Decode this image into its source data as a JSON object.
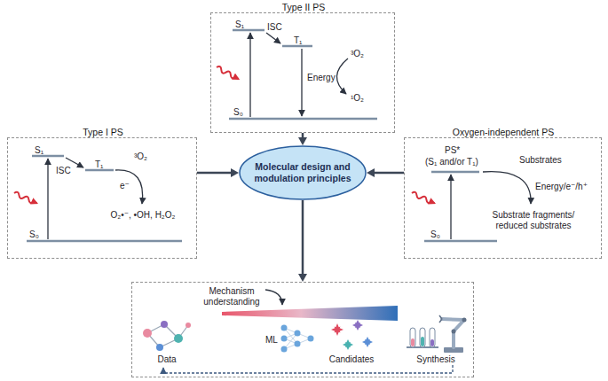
{
  "diagram": {
    "nodes": [
      {
        "text": [
          "Type II PS",
          "S₁",
          "ISC",
          "T₁",
          "³O₂",
          "Energy",
          "¹O₂",
          "S₀"
        ]
      },
      {
        "text": [
          "Type I PS",
          "S₁",
          "ISC",
          "T₁",
          "³O₂",
          "e⁻",
          "O₂•⁻, •OH, H₂O₂",
          "S₀"
        ]
      },
      {
        "text": [
          "Molecular design and modulation principles"
        ]
      },
      {
        "text": [
          "Oxygen-independent PS",
          "PS*",
          "(S₁ and/or T₁)",
          "Substrates",
          "Energy/e⁻/h⁺",
          "Substrate fragments/ reduced substrates",
          "S₀"
        ]
      },
      {
        "text": [
          "Mechanism understanding",
          "Data",
          "ML",
          "Candidates",
          "Synthesis"
        ]
      }
    ],
    "edges": [
      {
        "from": 0,
        "to": 2,
        "arrow": "to"
      },
      {
        "from": 1,
        "to": 2,
        "arrow": "to"
      },
      {
        "from": 3,
        "to": 2,
        "arrow": "to"
      },
      {
        "from": 2,
        "to": 4,
        "arrow": "to"
      }
    ]
  }
}
